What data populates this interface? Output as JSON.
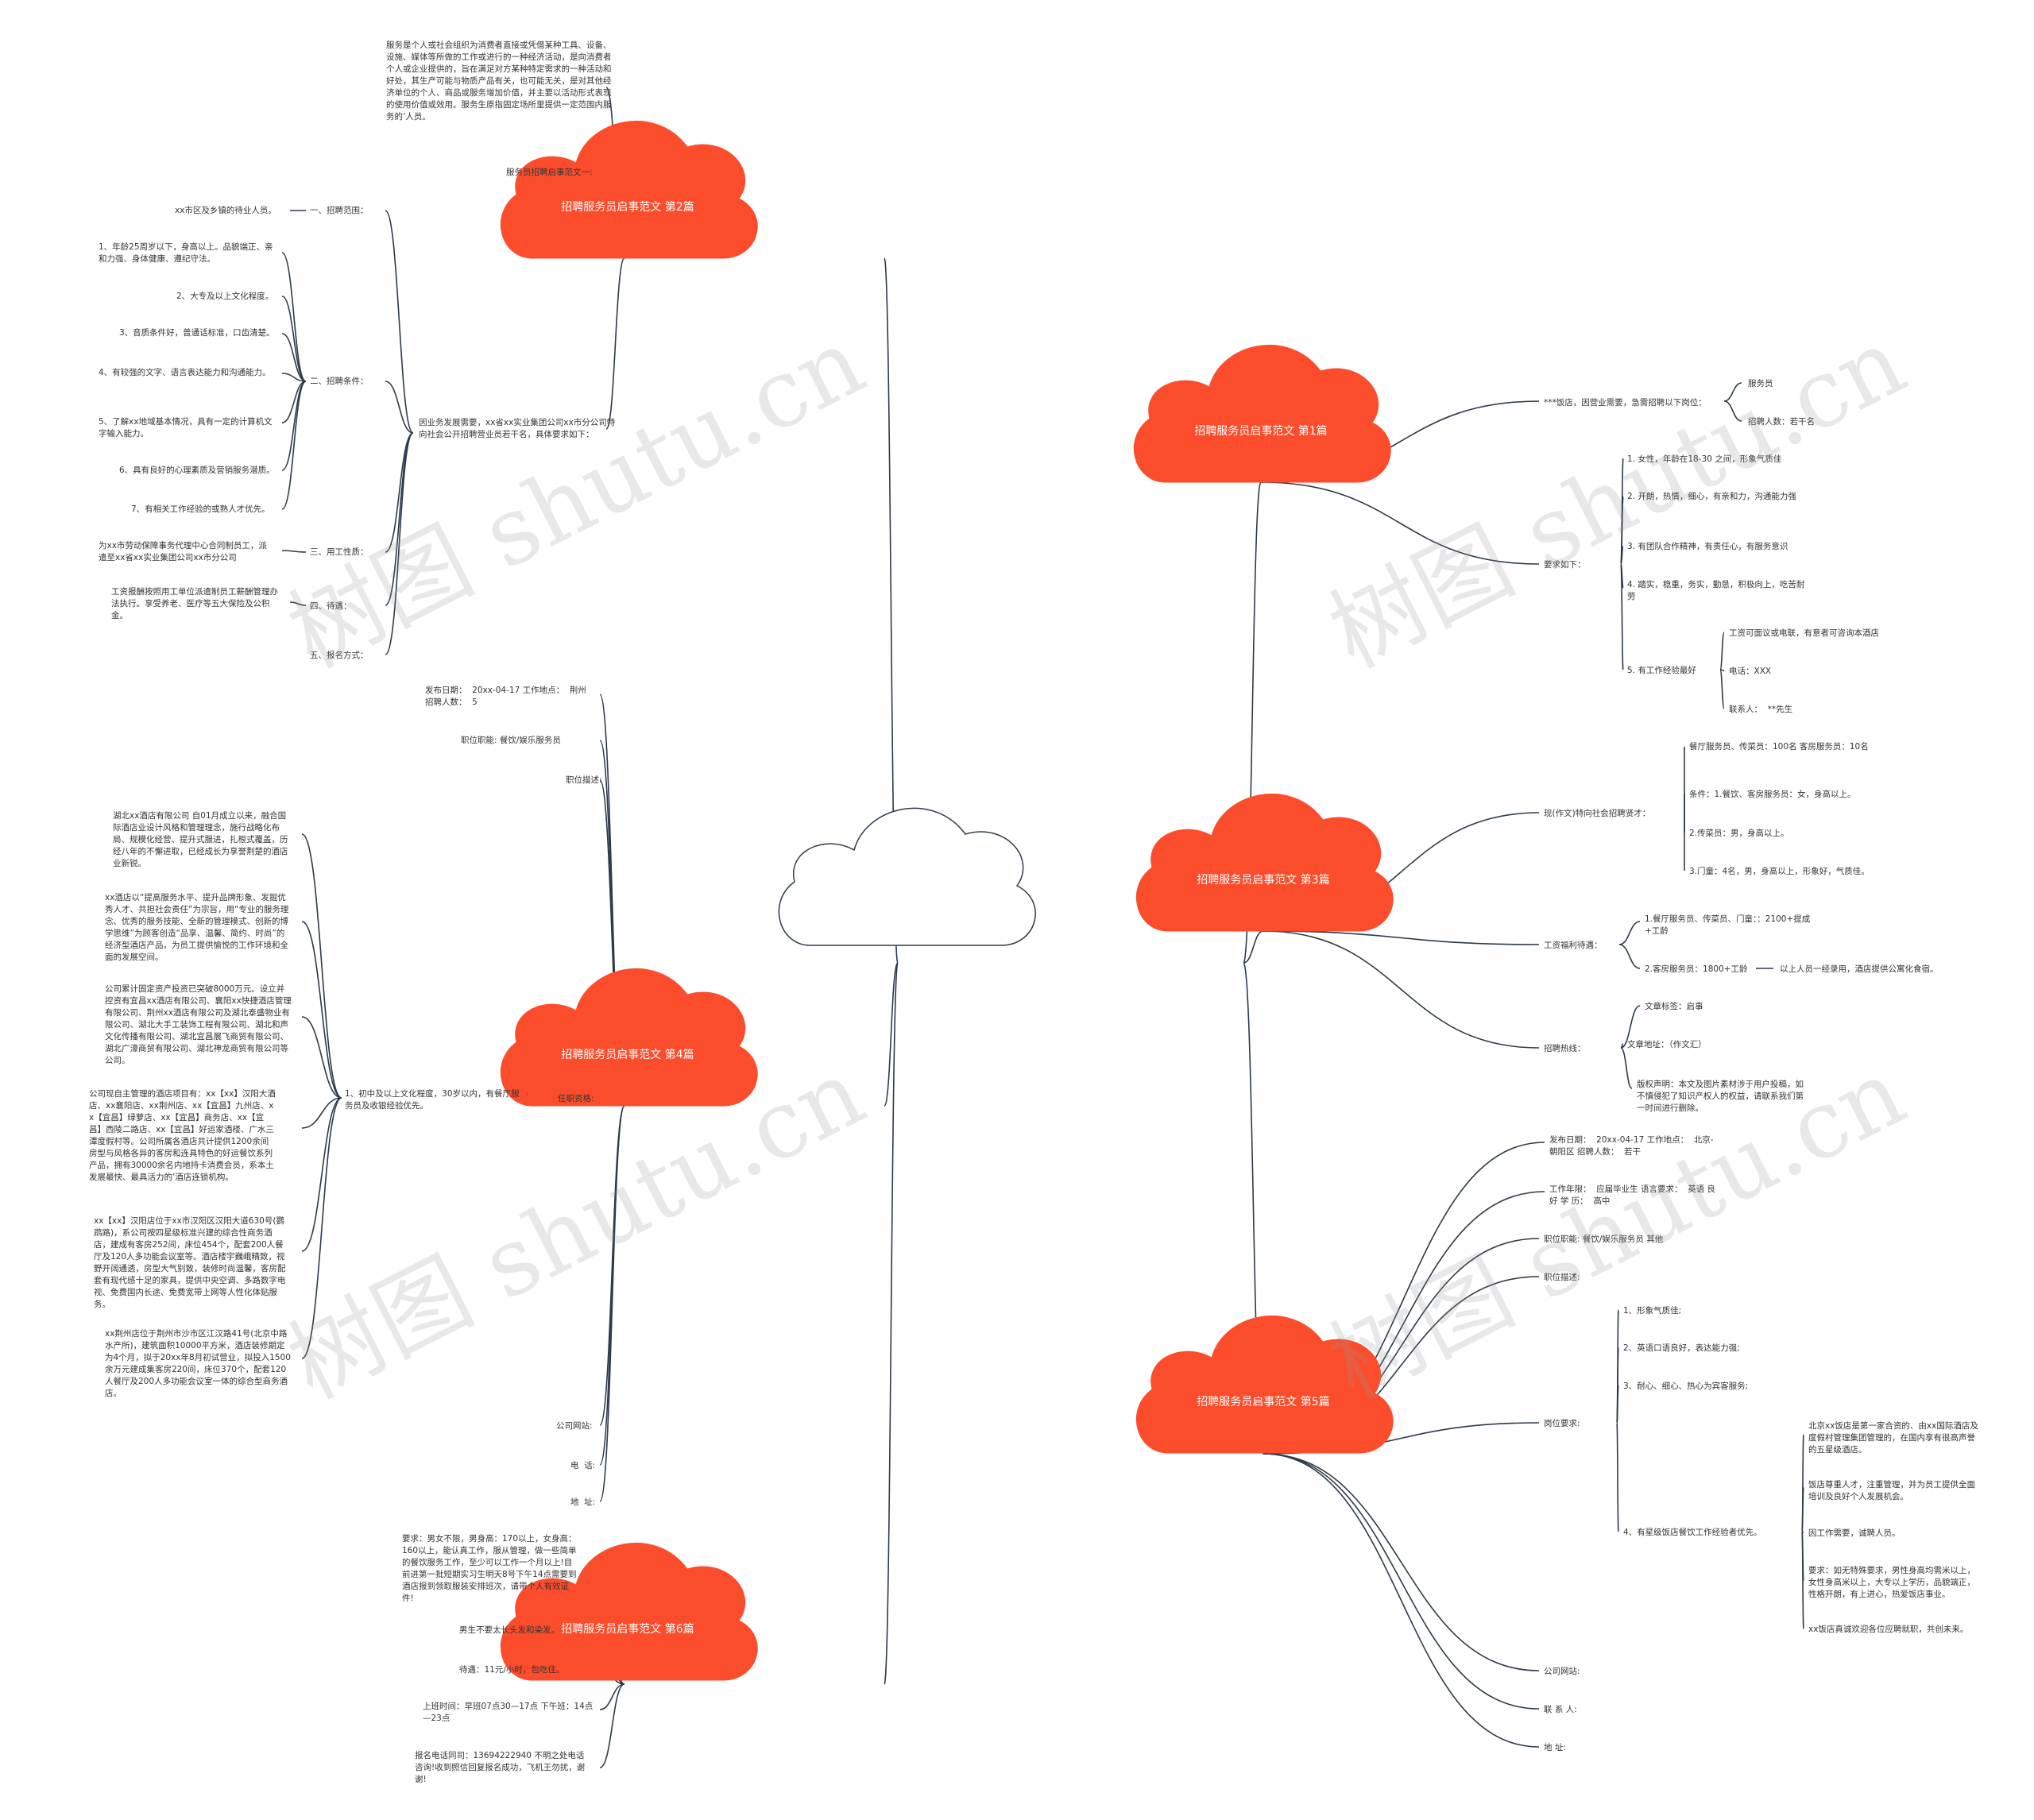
{
  "colors": {
    "accent": "#fb4d2c",
    "line": "#2e3a48",
    "text": "#333333"
  },
  "watermark": "树图 shutu.cn",
  "topics": {
    "t1": "招聘服务员启事范文 第1篇",
    "t2": "招聘服务员启事范文 第2篇",
    "t3": "招聘服务员启事范文 第3篇",
    "t4": "招聘服务员启事范文 第4篇",
    "t5": "招聘服务员启事范文 第5篇",
    "t6": "招聘服务员启事范文 第6篇"
  },
  "nodes": {
    "n2_intro": "服务是个人或社会组织为消费者直接或凭借某种工具、设备、设施、媒体等所做的工作或进行的一种经济活动，是向消费者个人或企业提供的，旨在满足对方某种特定需求的一种活动和好处，其生产可能与物质产品有关，也可能无关，是对其他经济单位的个人、商品或服务增加价值，并主要以活动形式表现的使用价值或效用。服务生原指固定场所里提供一定范围内服务的’人员。",
    "n2_title": "服务员招聘启事范文一:",
    "n2_main": "因业务发展需要，xx省xx实业集团公司xx市分公司特向社会公开招聘营业员若干名，具体要求如下：",
    "n2_s1": "一、招聘范围：",
    "n2_s1a": "xx市区及乡镇的待业人员。",
    "n2_s2": "二、招聘条件：",
    "n2_c1": "1、年龄25周岁以下，身高以上。品貌端正、亲和力强、身体健康、遵纪守法。",
    "n2_c2": "2、大专及以上文化程度。",
    "n2_c3": "3、音质条件好，普通话标准，口齿清楚。",
    "n2_c4": "4、有较强的文字、语言表达能力和沟通能力。",
    "n2_c5": "5、了解xx地域基本情况，具有一定的计算机文字输入能力。",
    "n2_c6": "6、具有良好的心理素质及营销服务潜质。",
    "n2_c7": "7、有相关工作经验的或熟人才优先。",
    "n2_s3": "三、用工性质：",
    "n2_s3a": "为xx市劳动保障事务代理中心合同制员工，派遣至xx省xx实业集团公司xx市分公司",
    "n2_s4": "四、待遇：",
    "n2_s4a": "工资报酬按照用工单位派遣制员工薪酬管理办法执行。享受养老、医疗等五大保险及公积金。",
    "n2_s5": "五、报名方式：",
    "n4_pub": "发布日期：  20xx-04-17 工作地点：  荆州 招聘人数：  5",
    "n4_job": "职位职能: 餐饮/娱乐服务员",
    "n4_desc": "职位描述:",
    "n4_req": "任职资格:",
    "n4_req1": "1、初中及以上文化程度，30岁以内，有餐厅服务员及收银经验优先。",
    "n4_p1": "湖北xx酒店有限公司 自01月成立以来，融合国际酒店业设计风格和管理理念，施行战略化布局、规模化经营、提升式服进，扎根式覆盖，历经八年的不懈进取，已经成长为享誉荆楚的酒店业新锐。",
    "n4_p2": "xx酒店以“提高服务水平、提升品牌形象、发掘优秀人才、共担社会责任”为宗旨，用“专业的服务理念、优秀的服务技能、全新的管理模式、创新的博学思维”为顾客创造“品享、温馨、简约、时尚”的经济型酒店产品，为员工提供愉悦的工作环境和全面的发展空间。",
    "n4_p3": "公司累计固定资产投资已突破8000万元。设立并控资有宜昌xx酒店有限公司、襄阳xx快捷酒店管理有限公司、荆州xx酒店有限公司及湖北泰盛物业有限公司、湖北大手工装饰工程有限公司、湖北和声文化传播有限公司、湖北宜昌展飞商贸有限公司、湖北广濠商贸有限公司、湖北神龙商贸有限公司等公司。",
    "n4_p4": "公司现自主管理的酒店项目有：xx【xx】汉阳大酒店、xx襄阳店、xx荆州店、xx【宜昌】九州店、xx【宜昌】绿萝店、xx【宜昌】商务店、xx【宜昌】西陵二路店、xx【宜昌】好运家酒楼、广水三潭度假村等。公司所属各酒店共计提供1200余间房型与风格各异的客房和连具特色的好运餐饮系列产品，拥有30000余名内地持卡消费会员，系本土发展最快、最具活力的’酒店连锁机构。",
    "n4_p5": "xx【xx】汉阳店位于xx市汉阳区汉阳大道630号(鹦鹉路)，系公司按四星级标准兴建的综合性商务酒店，建成有客房252间，床位454个，配套200人餐厅及120人多功能会议室等。酒店楼宇巍峨精致，视野开阔通透，房型大气别致，装修时尚温馨，客房配套有现代感十足的家具，提供中央空调、多路数字电视、免费国内长途、免费宽带上网等人性化体贴服务。",
    "n4_p6": "xx荆州店位于荆州市沙市区江汉路41号(北京中路水产所)，建筑面积10000平方米，酒店装修期定为4个月，拟于20xx年8月初试营业，拟投入1500余万元建成集客房220间，床位370个，配套120人餐厅及200人多功能会议室一体的综合型商务酒店。",
    "n4_web": "公司网站:",
    "n4_tel": "电  话:",
    "n4_addr": "地  址:",
    "n6_req": "要求：男女不限，男身高：170以上，女身高：160以上，能认真工作，服从管理，做一些简单的餐饮服务工作，至少可以工作一个月以上!目前进第一批短期实习生明天8号下午14点需要到酒店报到领取服装安排班次，请带个人有效证件!",
    "n6_hair": "男生不要太长头发和染发。",
    "n6_pay": "待遇：11元/小时，包吃住。",
    "n6_time": "上班时间：早班07点30—17点 下午班：14点—23点",
    "n6_phone": "报名电话同司：13694222940 不明之处电话咨询!收到照信回复报名成功，飞机王勿扰，谢谢!",
    "n1_hotel": "***饭店，因营业需要，急需招聘以下岗位：",
    "n1_pos1": "服务员",
    "n1_pos2": "招聘人数：若干名",
    "n1_req": "要求如下：",
    "n1_r1": "1. 女性，年龄在18-30 之间，形象气质佳",
    "n1_r2": "2. 开朗，热情，细心，有亲和力，沟通能力强",
    "n1_r3": "3. 有团队合作精神，有责任心，有服务意识",
    "n1_r4": "4. 踏实，稳重，务实，勤恳，积极向上，吃苦耐劳",
    "n1_r5": "5. 有工作经验最好",
    "n1_r5a": "工资可面议或电联，有意者可咨询本酒店",
    "n1_r5b": "电话：XXX",
    "n1_r5c": "联系人：  **先生",
    "n3_rec": "现(作文)特向社会招聘贤才：",
    "n3_rec1": "餐厅服务员、传菜员：100名 客房服务员：10名",
    "n3_rec2": "条件：1.餐饮、客房服务员：女，身高以上。",
    "n3_rec3": "2.传菜员：男，身高以上。",
    "n3_rec4": "3.门童：4名，男，身高以上，形象好，气质佳。",
    "n3_pay": "工资福利待遇：",
    "n3_pay1": "1.餐厅服务员、传菜员、门童：：2100+提成+工龄",
    "n3_pay2": "2.客房服务员：1800+工龄",
    "n3_pay2a": "以上人员一经录用，酒店提供公寓化食宿。",
    "n3_hot": "招聘热线：",
    "n3_hot1": "文章标签：启事",
    "n3_hot2": "文章地址：（作文汇）",
    "n3_hot3": "版权声明：本文及图片素材涉于用户投稿，如不慎侵犯了知识产权人的权益，请联系我们第一时间进行删除。",
    "n5_pub": "发布日期：  20xx-04-17 工作地点：  北京-朝阳区 招聘人数：  若干",
    "n5_exp": "工作年限：  应届毕业生 语言要求：  英语 良好 学 历：  高中",
    "n5_job": "职位职能: 餐饮/娱乐服务员 其他",
    "n5_desc": "职位描述:",
    "n5_post": "岗位要求:",
    "n5_q1": "1、形象气质佳;",
    "n5_q2": "2、英语口语良好，表达能力强;",
    "n5_q3": "3、耐心、细心、热心为宾客服务;",
    "n5_q4": "4、有星级饭店餐饮工作经验者优先。",
    "n5_q4a": "北京xx饭店是第一家合资的、由xx国际酒店及度假村管理集团管理的，在国内享有很高声誉的五星级酒店。",
    "n5_q4b": "饭店尊重人才，注重管理，并为员工提供全面培训及良好个人发展机会。",
    "n5_q4c": "因工作需要，诚聘人员。",
    "n5_q4d": "要求：如无特殊要求，男性身高均需米以上，女性身高米以上，大专以上学历，品貌端正，性格开朗，有上进心，热爱饭店事业。",
    "n5_q4e": "xx饭店真诚欢迎各位应聘就职，共创未来。",
    "n5_web": "公司网站:",
    "n5_contact": "联 系 人:",
    "n5_addr": "地 址:"
  }
}
